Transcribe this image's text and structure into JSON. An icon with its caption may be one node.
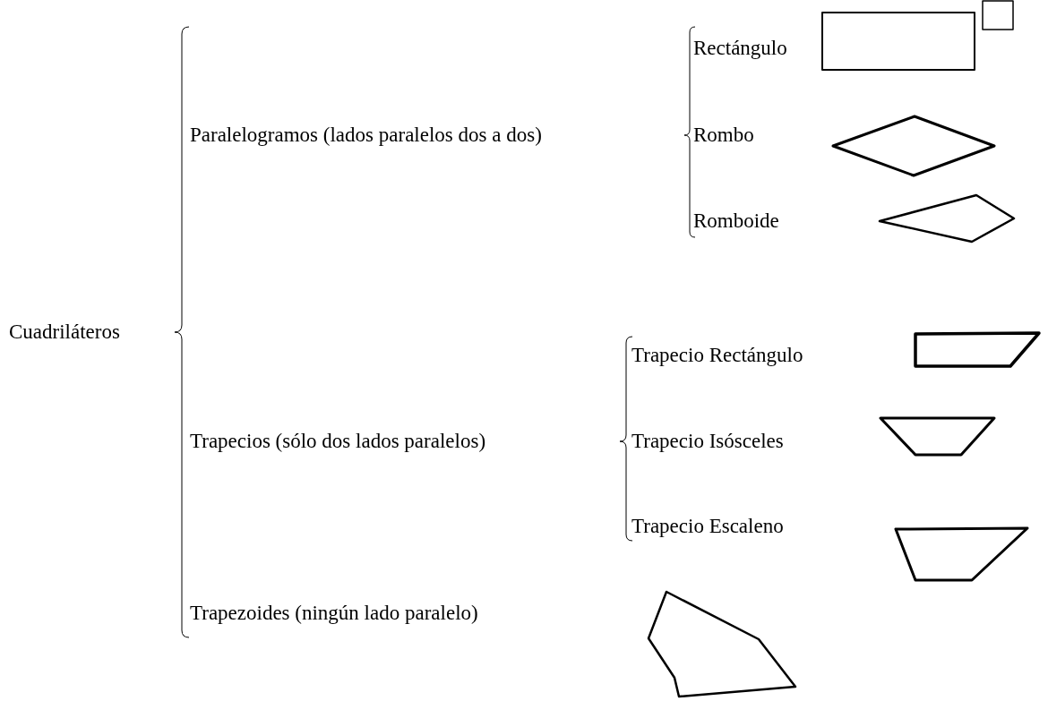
{
  "diagram": {
    "labels": [
      "Rectángulo",
      "Paralelogramos (lados paralelos dos a dos)",
      "Rombo",
      "Romboide",
      "Cuadriláteros",
      "Trapecio Rectángulo",
      "Trapecios (sólo dos lados paralelos)",
      "Trapecio Isósceles",
      "Trapecio Escaleno",
      "Trapezoides (ningún lado paralelo)"
    ]
  }
}
